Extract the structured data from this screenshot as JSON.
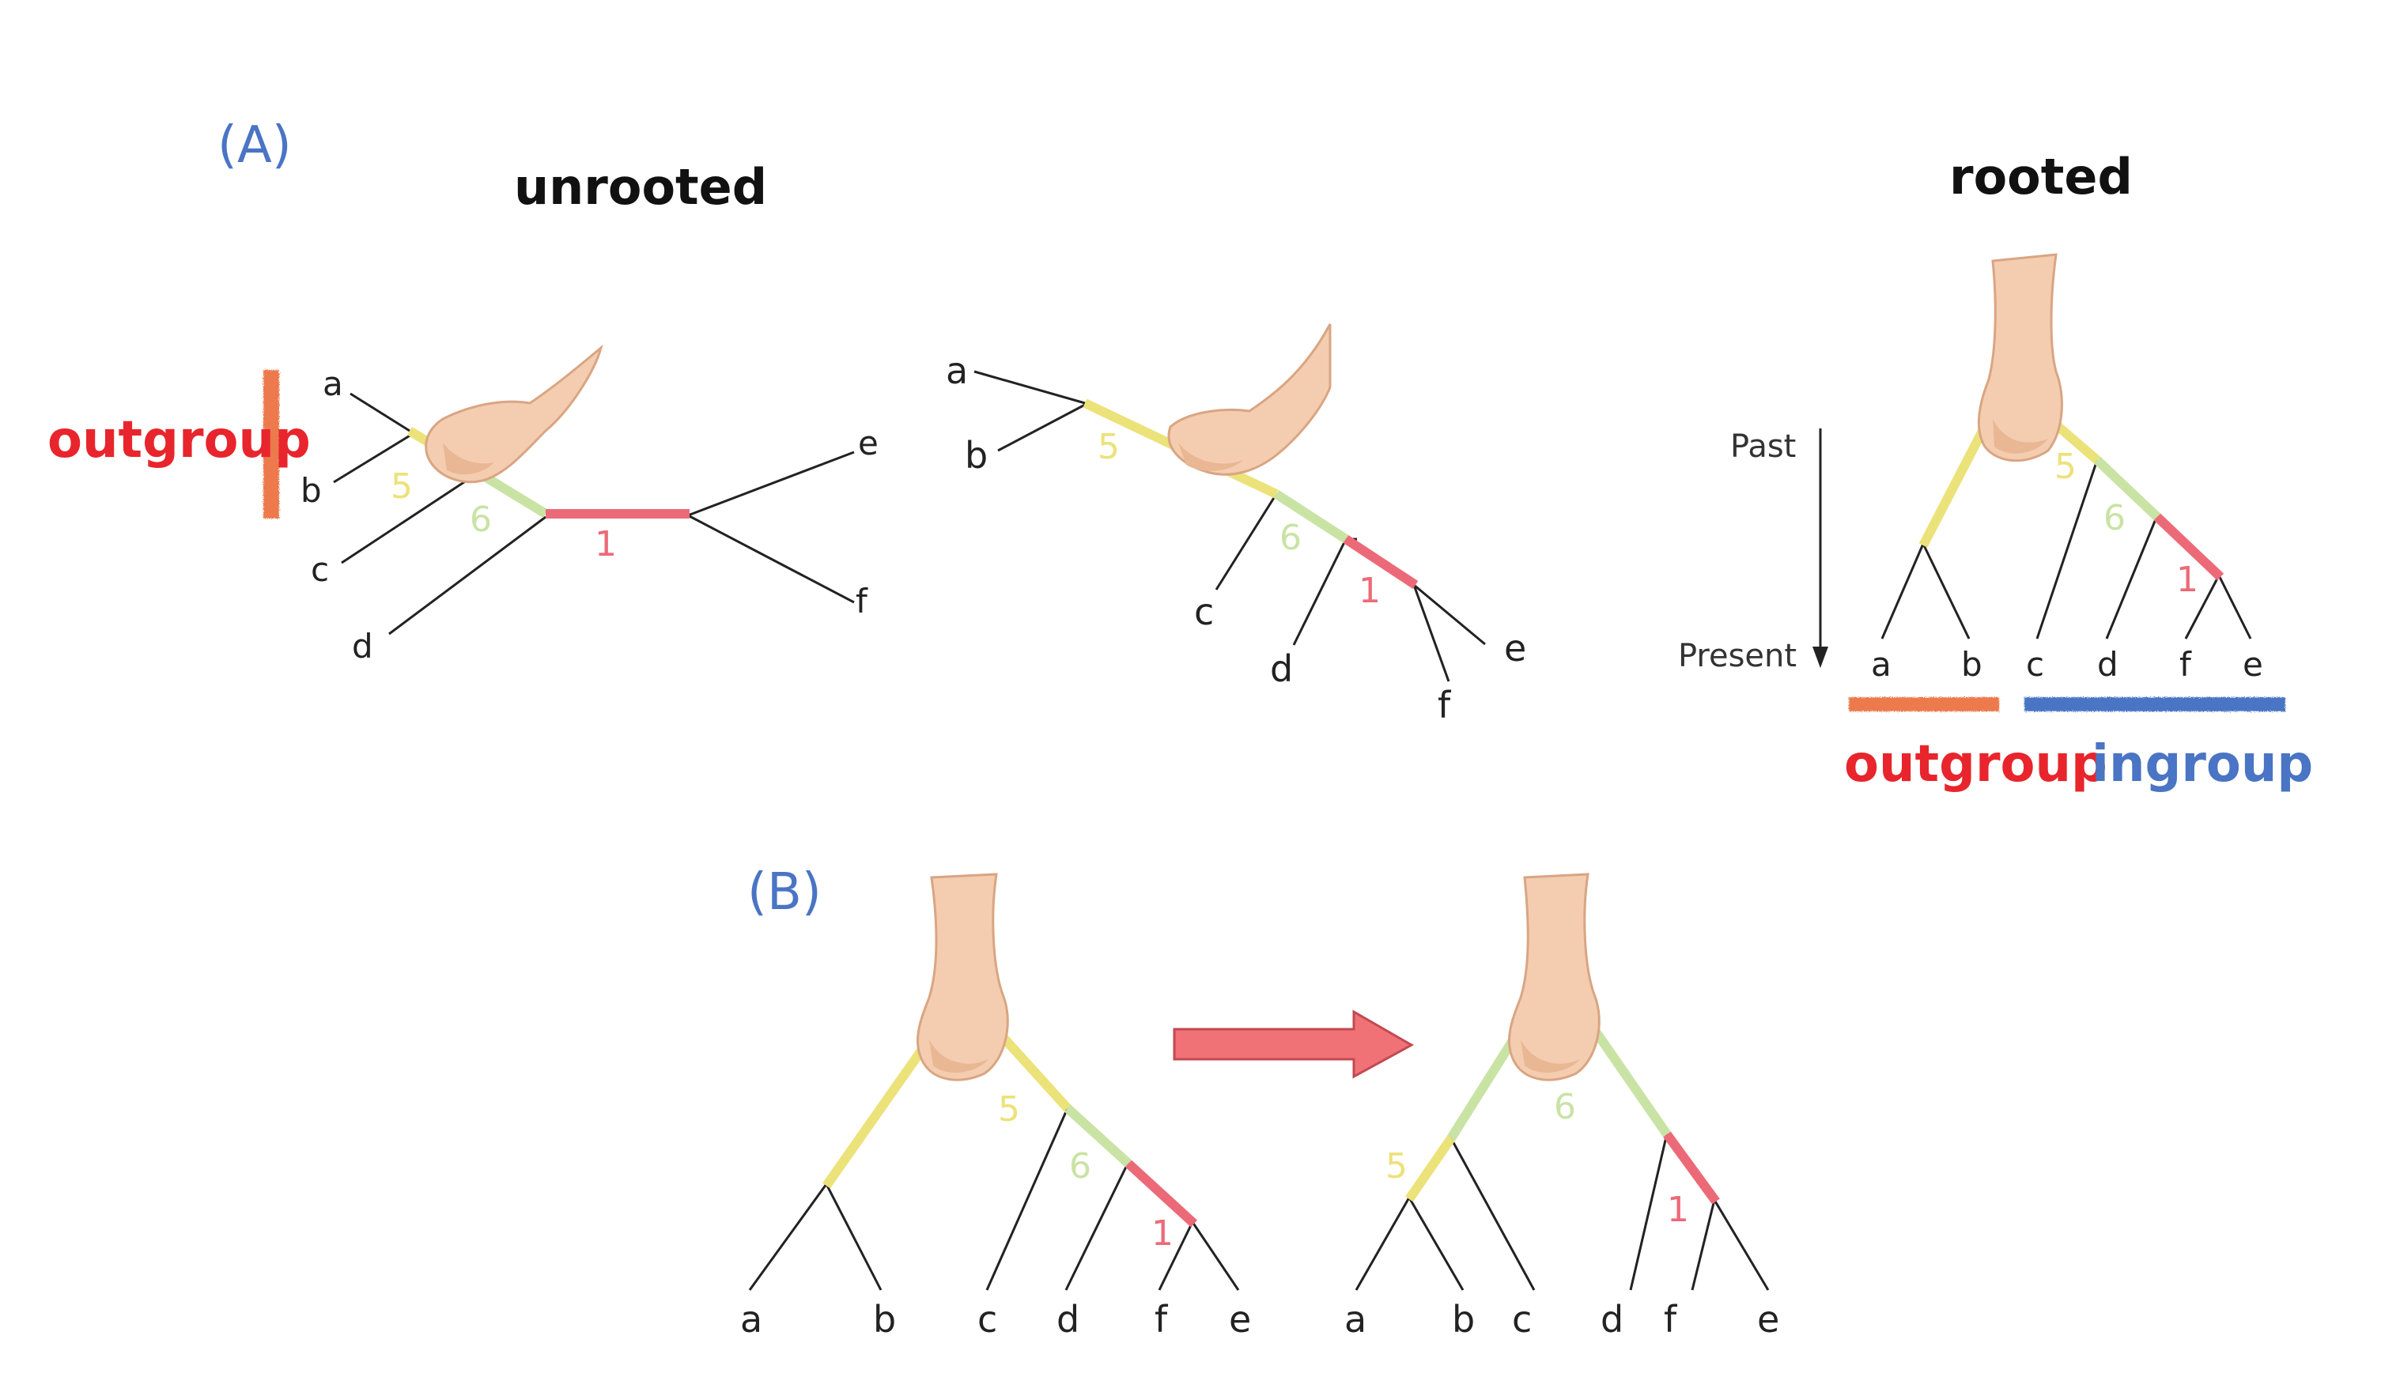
{
  "panels": {
    "a_label": "(A)",
    "b_label": "(B)"
  },
  "titles": {
    "unrooted": "unrooted",
    "rooted": "rooted"
  },
  "tips": {
    "a": "a",
    "b": "b",
    "c": "c",
    "d": "d",
    "e": "e",
    "f": "f"
  },
  "branches": {
    "five": "5",
    "six": "6",
    "one": "1"
  },
  "groups": {
    "outgroup": "outgroup",
    "ingroup": "ingroup"
  },
  "time_axis": {
    "past": "Past",
    "present": "Present"
  },
  "colors": {
    "branch_5": "#ece27a",
    "branch_6": "#c9e3a4",
    "branch_1": "#ec6a78",
    "outgroup_mark": "#ec7a4e",
    "ingroup_mark": "#4a74c4",
    "arrow": "#f07276"
  }
}
